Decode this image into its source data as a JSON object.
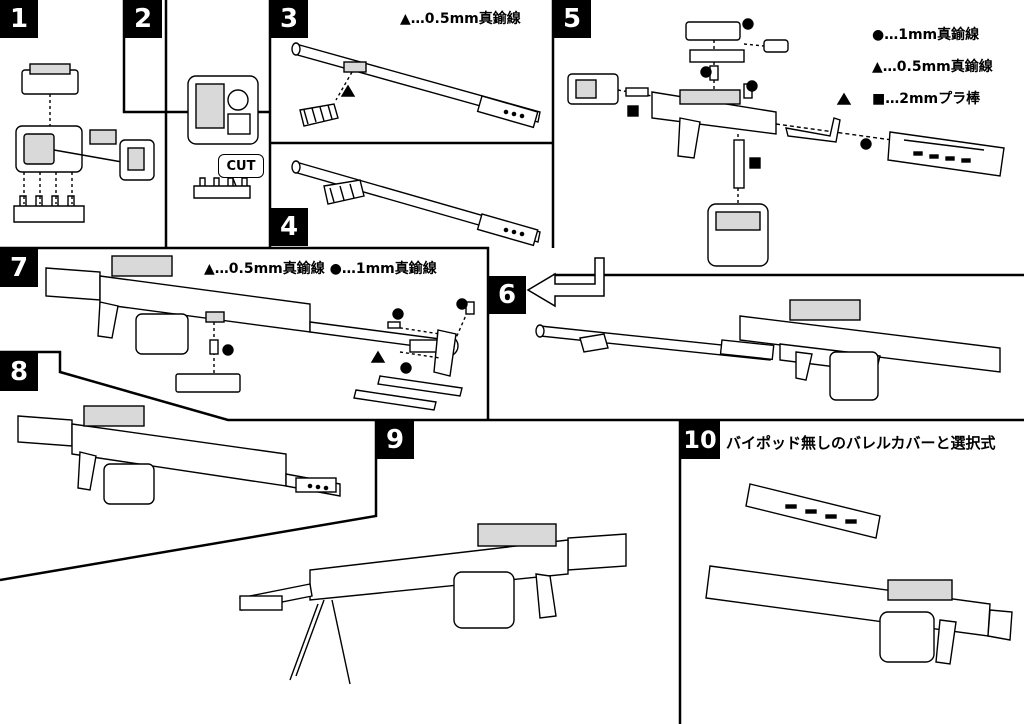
{
  "steps": [
    {
      "label": "1"
    },
    {
      "label": "2"
    },
    {
      "label": "3"
    },
    {
      "label": "4"
    },
    {
      "label": "5"
    },
    {
      "label": "6"
    },
    {
      "label": "7"
    },
    {
      "label": "8"
    },
    {
      "label": "9"
    },
    {
      "label": "10"
    }
  ],
  "cut_label": "CUT",
  "step3_note": "▲…0.5mm真鍮線",
  "step5_legend": [
    "●…1mm真鍮線",
    "▲…0.5mm真鍮線",
    "■…2mmプラ棒"
  ],
  "step7_note": "▲…0.5mm真鍮線 ●…1mm真鍮線",
  "step10_title": "バイポッド無しのバレルカバーと選択式",
  "colors": {
    "line": "#000000",
    "badge_bg": "#000000",
    "badge_fg": "#ffffff",
    "fill": "#ffffff",
    "shade": "#d9d9d9"
  }
}
